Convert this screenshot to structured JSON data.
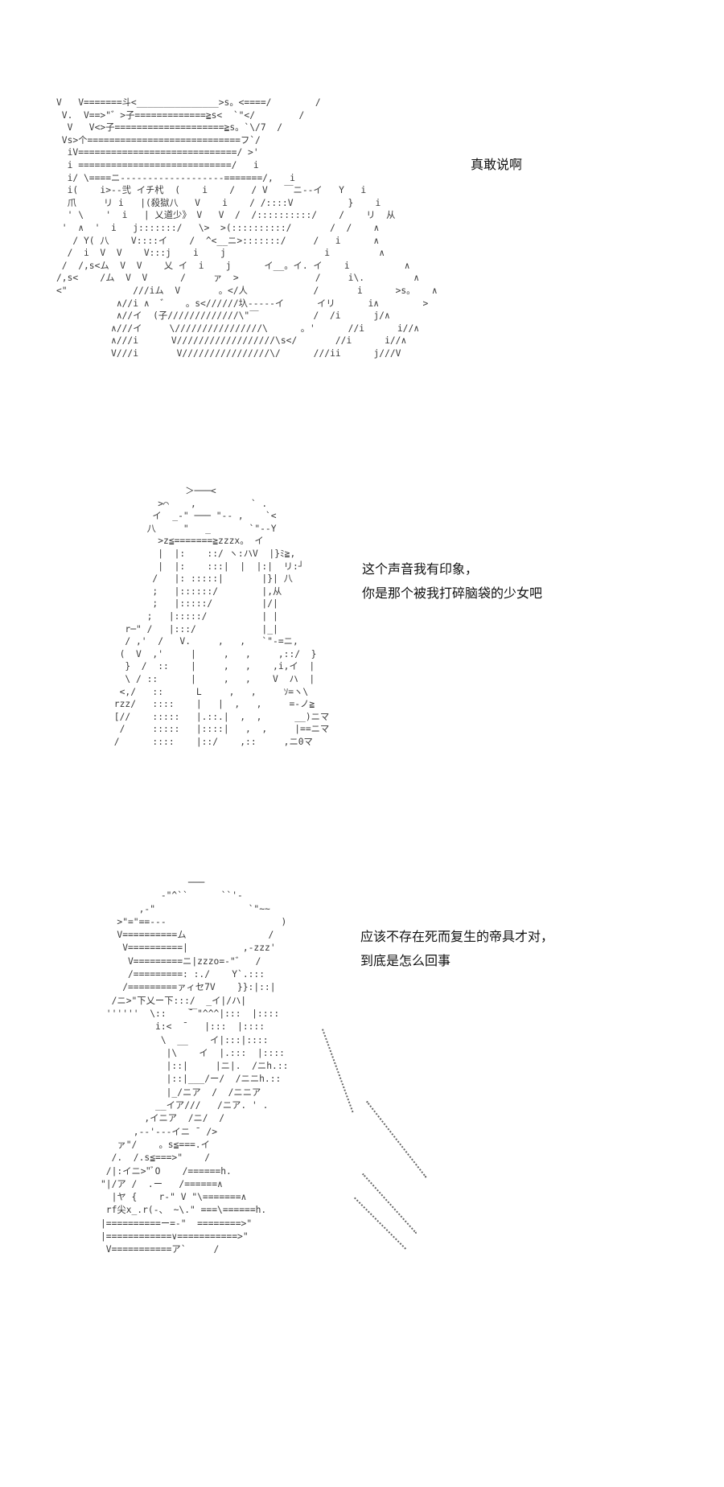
{
  "panels": [
    {
      "art": [
        "V   V=======斗<_______________>s。<====/        /",
        " V.  V==>\"゛>子=============≧s<  `\"</        /",
        "  V   V<>子====================≧s。`\\/7  /",
        " Vs>个============================フ`/",
        "  iV=============================/ >'",
        "  i ============================/   i",
        "  i/ \\====ニ-------------------=======/,   i",
        "  i(    i>--弐 イチ杙  (    i    /   / V   ￣ニ--イ   Y   i",
        "  爪     リ i   |(殺獄八   V    i    / /::::V          }    i",
        "  ' \\    '  i   | 乂道少》 V   V  /  /::::::::::/    /    リ  从",
        " '  ∧  '  i   j:::::::/   \\>  >(::::::::::/       /  /    ∧",
        "   / Y( 八    V::::イ    /  ^<__ニ>:::::::/     /   i      ∧",
        "  /  i  V  V    V:::j    i    j                  i         ∧",
        " /  /,s<ム  V  V    乂 イ  i    j      イ__。イ. イ    i          ∧",
        "/,s<    /ム  V  V      /     ァ  >              /     i\\.         ∧",
        "<\"            ///iム  V       。</人            /       i      >s。   ∧",
        "           ∧//i ∧  ゛   。s<//////圦-----イ      イリ      i∧        >",
        "           ∧//イ  (子/////////////\\\"￣          /  /i      j/∧",
        "          ∧///イ     \\////////////////\\      。'      //i      i//∧",
        "          ∧///i      V//////////////////\\s</       //i      i//∧",
        "          V///i       V////////////////\\/      ///ii      j///V"
      ],
      "dialogue": [
        "真敢说啊"
      ]
    },
    {
      "art": [
        "              ＞───<",
        "         >⌒    ,          ` .",
        "        イ  _-\" ─── \"-- ,    `<",
        "       八     \"   _       `\"--Y",
        "         >z≦=======≧zzzx。 イ",
        "         |  |:    ::/ ヽ:ハV  |}ﾐ≧,",
        "         |  |:    :::|  |  |:|  リ:┘",
        "        /   |: :::::|       |}| 八",
        "        ;   |::::::/        |,从",
        "        ;   |:::::/         |/|",
        "       ;   |:::::/          | |",
        "   r─\" /   |:::/            |_|",
        "   / ,'  /   V.     ,   ,   `\"-=ニ,",
        "  (  V  ,'     |     ,   ,     ,::/  }",
        "   }  /  ::    |     ,   ,    ,i,イ  |",
        "   \\ / ::      |     ,   ,    V  ハ  |",
        "  <,/   ::      L     ,   ,     ｿ=ヽ\\",
        " rzz/   ::::    |   |  ,   ,     =-ノ≧",
        " [//    :::::   |.::.|  ,  ,      __)ニマ",
        "  /     :::::   |::::|   ,  ,     |==ニマ",
        " /      ::::    |::/    ,::     ,ニ0マ"
      ],
      "dialogue": [
        "这个声音我有印象，",
        "你是那个被我打碎脑袋的少女吧"
      ]
    },
    {
      "art": [
        "                ───",
        "           -\"^``      ``'-",
        "       ,-\"                 `\"~~",
        "   >\"=\"==---                     )",
        "   V==========ム               /",
        "    V==========|          ,-zzz'",
        "     V=========ニ|zzzo=-\"゛  /",
        "     /=========: :./    Y`.:::",
        "    /=========ァィセ7V    }}:|::|",
        "  /ニ>\"下乂ー下:::/  _イ|/ハ|",
        " ''''''  \\::    ̄￣\"^^^|:::  |::::",
        "          i:<  ̄    |:::  |::::",
        "           \\  __    イ|:::|::::",
        "            |\\    イ  |.:::  |::::",
        "            |::|     |ニ|.  /ニh.::",
        "            |::|___/ー/  /ニニh.::",
        "            |_/ニア  /  /ニニア",
        "          __イア///   /ニア. ' .",
        "        ,イニア  /ニ/  /",
        "      ,--'---イニ ̄  />",
        "   ァ\"/    。s≦===.イ",
        "  /.  /.s≦===>\"    /",
        " /|:イニ>\"ﾞO    /======h.",
        "\"|/ア /  .ー   /======∧",
        "  |ヤ {    r-\" V \"\\=======∧",
        " rf尖x_.r(-、 ~\\.\" ===\\======h.",
        "|==========ー=-\"  ========>\"",
        "|============∨===========>\"",
        " V===========ア`     /"
      ],
      "dialogue": [
        "应该不存在死而复生的帝具才对，",
        "到底是怎么回事"
      ]
    }
  ]
}
